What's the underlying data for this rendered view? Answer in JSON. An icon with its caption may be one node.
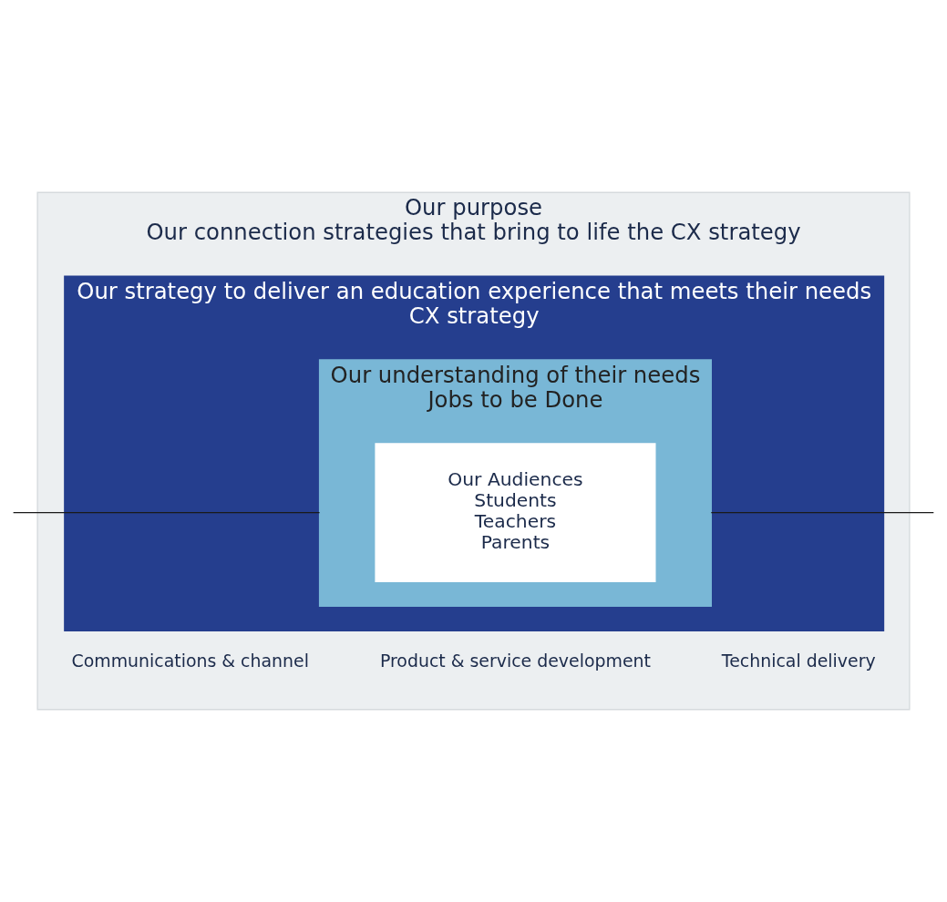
{
  "diagram": {
    "nodes": [
      {
        "text": [
          "Our purpose",
          "Our connection strategies that bring to life the CX strategy"
        ]
      },
      {
        "text": [
          "Our strategy to deliver an education experience that meets their needs",
          "CX strategy"
        ],
        "in": 0
      },
      {
        "text": [
          "Our understanding of their needs",
          "Jobs to be Done"
        ],
        "in": 1
      },
      {
        "text": [
          "Our Audiences",
          "Students",
          "Teachers",
          "Parents"
        ],
        "in": 2
      }
    ],
    "edges": [
      {
        "from": null,
        "to": 2,
        "arrow": "none"
      },
      {
        "from": null,
        "to": 2,
        "arrow": "none"
      }
    ],
    "labels": [
      "Communications & channel",
      "Product & service development",
      "Technical delivery"
    ]
  }
}
